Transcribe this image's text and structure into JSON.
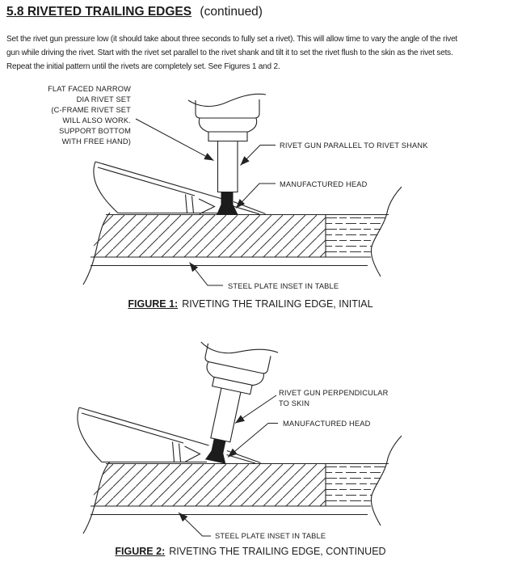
{
  "page": {
    "title_section": "5.8 RIVETED TRAILING EDGES",
    "title_suffix": "(continued)",
    "intro": "Set the rivet gun pressure low (it should take about three seconds to fully set a rivet). This will allow time to vary the angle of the rivet\ngun while driving the rivet. Start with the rivet set parallel to the rivet shank and tilt it to set the rivet flush to the skin as the rivet sets.\nRepeat the initial pattern until the rivets are completely set. See Figures 1 and 2."
  },
  "figure1": {
    "label_rivet_set": "FLAT FACED NARROW\nDIA RIVET SET\n(C-FRAME RIVET SET\nWILL ALSO WORK.\nSUPPORT BOTTOM\nWITH FREE HAND)",
    "label_parallel": "RIVET GUN PARALLEL TO RIVET SHANK",
    "label_head": "MANUFACTURED HEAD",
    "label_plate": "STEEL PLATE INSET IN TABLE",
    "caption_tag": "FIGURE 1:",
    "caption_text": "RIVETING THE TRAILING EDGE, INITIAL"
  },
  "figure2": {
    "label_perpendicular": "RIVET GUN PERPENDICULAR\nTO SKIN",
    "label_head": "MANUFACTURED HEAD",
    "label_plate": "STEEL PLATE INSET IN TABLE",
    "caption_tag": "FIGURE 2:",
    "caption_text": "RIVETING THE TRAILING EDGE, CONTINUED"
  },
  "colors": {
    "ink": "#1c1c1c",
    "paper": "#ffffff"
  }
}
